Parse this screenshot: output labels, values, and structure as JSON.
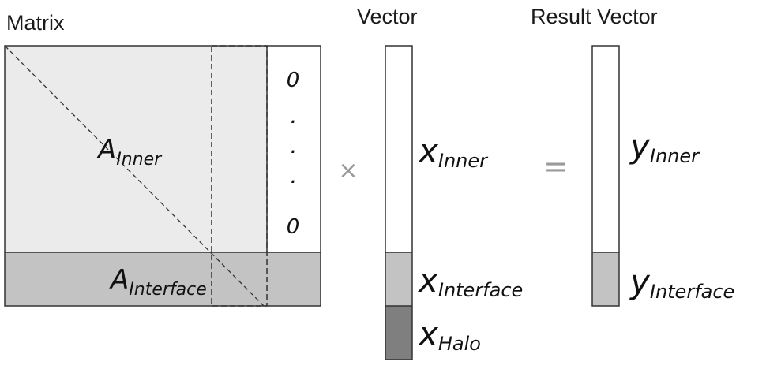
{
  "headers": {
    "matrix": "Matrix",
    "vector": "Vector",
    "result": "Result Vector"
  },
  "matrix": {
    "inner_base": "A",
    "inner_sub": "Inner",
    "interface_base": "A",
    "interface_sub": "Interface",
    "zero_top": "0",
    "dot1": ".",
    "dot2": ".",
    "dot3": ".",
    "zero_bottom": "0"
  },
  "vector": {
    "inner_base": "x",
    "inner_sub": "Inner",
    "interface_base": "x",
    "interface_sub": "Interface",
    "halo_base": "x",
    "halo_sub": "Halo"
  },
  "result": {
    "inner_base": "y",
    "inner_sub": "Inner",
    "interface_base": "y",
    "interface_sub": "Interface"
  },
  "operators": {
    "times": "×",
    "equals": "="
  },
  "colors": {
    "inner_fill": "#ebebeb",
    "interface_fill": "#c3c3c3",
    "halo_fill": "#7f7f7f",
    "border": "#333333"
  }
}
